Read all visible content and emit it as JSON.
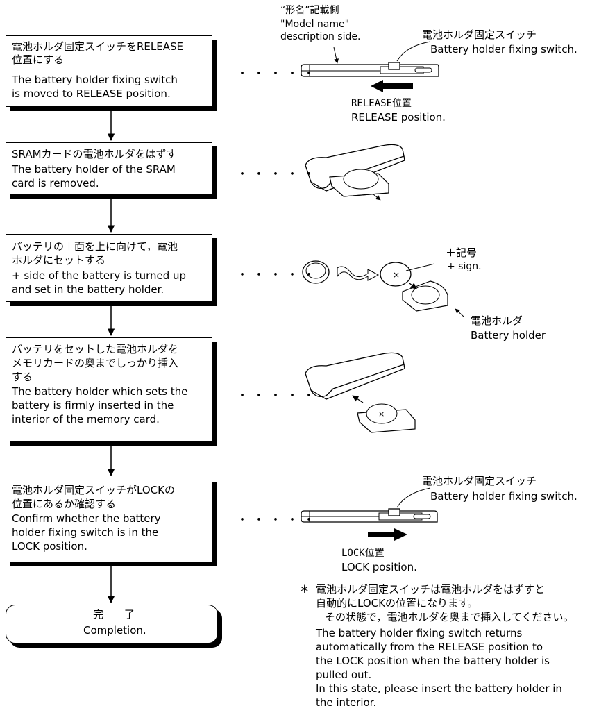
{
  "steps": [
    {
      "ja": "電池ホルダ固定スイッチをRELEASE",
      "ja2": "位置にする",
      "en": "The battery holder fixing switch",
      "en2": " is moved to RELEASE position."
    },
    {
      "ja": "SRAMカードの電池ホルダをはずす",
      "en": "The battery holder of the SRAM",
      "en2": "card is removed."
    },
    {
      "ja": "バッテリの＋面を上に向けて，電池",
      "ja2": "ホルダにセットする",
      "en": "+ side of the battery is turned up",
      "en2": "and set in the battery holder."
    },
    {
      "ja": "バッテリをセットした電池ホルダを",
      "ja2": "メモリカードの奥までしっかり挿入",
      "ja3": "する",
      "en": "The battery holder which sets the",
      "en2": "battery is firmly inserted in the",
      "en3": "interior of the memory card."
    },
    {
      "ja": "電池ホルダ固定スイッチがLOCKの",
      "ja2": "位置にあるか確認する",
      "en": "Confirm whether the battery",
      "en2": "holder fixing switch is in the",
      "en3": "LOCK position."
    }
  ],
  "completion": {
    "ja": "完　　了",
    "en": "Completion."
  },
  "dots": "・・・・・",
  "labels": {
    "model_name_ja": "“形名”記載側",
    "model_name_en1": "\"Model name\"",
    "model_name_en2": "description side.",
    "switch_ja": "電池ホルダ固定スイッチ",
    "switch_en": "Battery holder fixing switch.",
    "release_ja": "RELEASE位置",
    "release_en": "RELEASE position.",
    "plus_ja": "＋記号",
    "plus_en": "+ sign.",
    "holder_ja": "電池ホルダ",
    "holder_en": "Battery holder",
    "lock_ja": "LOCK位置",
    "lock_en": "LOCK position."
  },
  "note": {
    "star": "＊",
    "ja1": "電池ホルダ固定スイッチは電池ホルダをはずすと",
    "ja2": "自動的にLOCKの位置になります。",
    "ja3": "その状態で，電池ホルダを奥まで挿入してください。",
    "en1": "The battery holder fixing switch returns",
    "en2": "automatically from the RELEASE position to",
    "en3": "the LOCK position when the battery holder is",
    "en4": "pulled out.",
    "en5": "In this state, please insert the battery holder in",
    "en6": "the interior."
  }
}
